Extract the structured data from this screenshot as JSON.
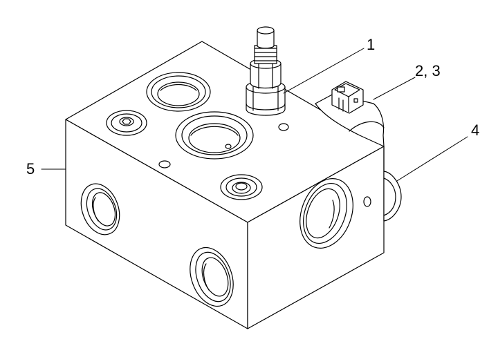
{
  "diagram": {
    "callouts": {
      "c1": "1",
      "c23": "2, 3",
      "c4": "4",
      "c5": "5"
    }
  },
  "colors": {
    "line": "#000000",
    "fill": "#ffffff"
  }
}
